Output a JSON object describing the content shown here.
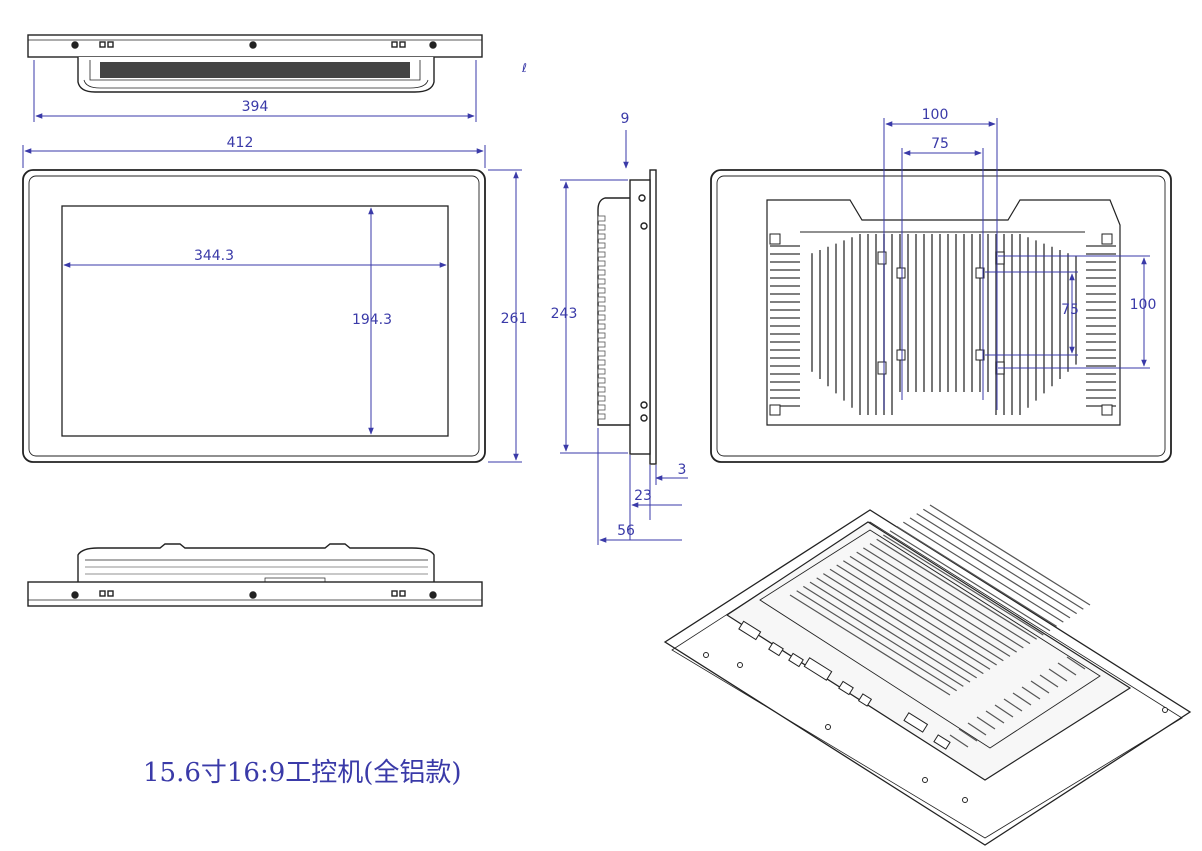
{
  "caption": "15.6寸16:9工控机(全铝款)",
  "dimensions": {
    "top_width_inner": "394",
    "front_width": "412",
    "screen_width": "344.3",
    "screen_height": "194.3",
    "front_height": "261",
    "side_height": "243",
    "side_bezel_top": "9",
    "side_bezel_bottom": "3",
    "side_depth_23": "23",
    "side_depth_56": "56",
    "vesa_outer_w": "100",
    "vesa_inner_w": "75",
    "vesa_inner_h": "75",
    "vesa_outer_h": "100"
  },
  "colors": {
    "line": "#222222",
    "dim": "#3a3aa8",
    "fin": "#555555"
  }
}
